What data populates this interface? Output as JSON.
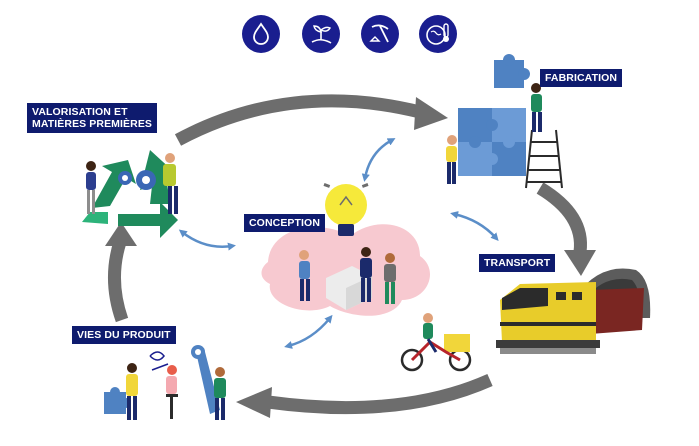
{
  "icons": [
    {
      "name": "water-drop-icon"
    },
    {
      "name": "plant-sprout-icon"
    },
    {
      "name": "pickaxe-mining-icon"
    },
    {
      "name": "earth-thermometer-icon"
    }
  ],
  "stages": {
    "valorisation": "VALORISATION ET\nMATIÈRES PREMIÈRES",
    "fabrication": "FABRICATION",
    "conception": "CONCEPTION",
    "transport": "TRANSPORT",
    "vies": "VIES DU PRODUIT"
  },
  "colors": {
    "label_bg": "#0e1b6e",
    "icon_bg": "#1a1e8f",
    "cycle_arrow": "#6d6d6d",
    "link_arrow": "#5b8ec8",
    "puzzle": "#4f82c2",
    "recycle": "#1f8a5c",
    "train_yellow": "#e8cc2a",
    "blob_pink": "#f7c9d0",
    "bulb_yellow": "#f6e93a"
  }
}
